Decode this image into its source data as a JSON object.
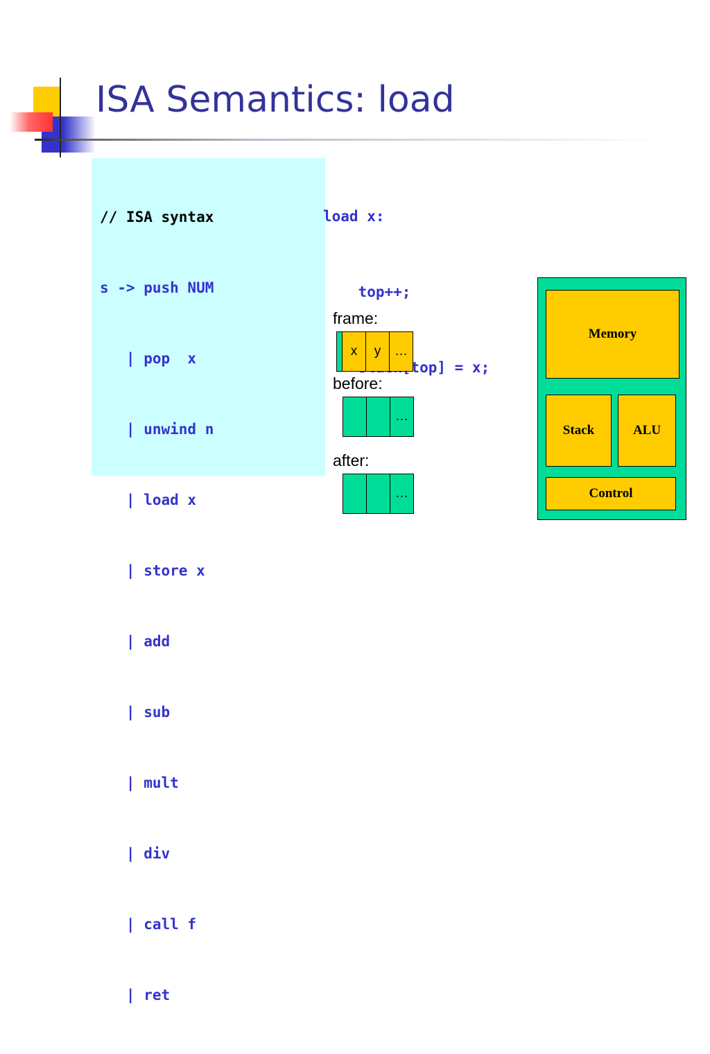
{
  "slide": {
    "title": "ISA Semantics: load",
    "colors": {
      "title": "#333399",
      "code": "#3333cc",
      "grammar_background": "#ccffff",
      "green": "#00dd99",
      "yellow": "#ffcc00"
    }
  },
  "grammar": {
    "comment": "// ISA syntax",
    "lines": [
      "s -> push NUM",
      "   | pop  x",
      "   | unwind n",
      "   | load x",
      "   | store x",
      "   | add",
      "   | sub",
      "   | mult",
      "   | div",
      "   | call f",
      "   | ret"
    ]
  },
  "semantics": {
    "lines": [
      "load x:",
      "    top++;",
      "    stack[top] = x;"
    ]
  },
  "frames": {
    "frame": {
      "label": "frame:",
      "cells": [
        "",
        "x",
        "y",
        "…"
      ]
    },
    "before": {
      "label": "before:",
      "cells": [
        "",
        "",
        "…"
      ]
    },
    "after": {
      "label": "after:",
      "cells": [
        "",
        "",
        "…"
      ]
    }
  },
  "machine": {
    "memory": "Memory",
    "stack": "Stack",
    "alu": "ALU",
    "control": "Control"
  }
}
